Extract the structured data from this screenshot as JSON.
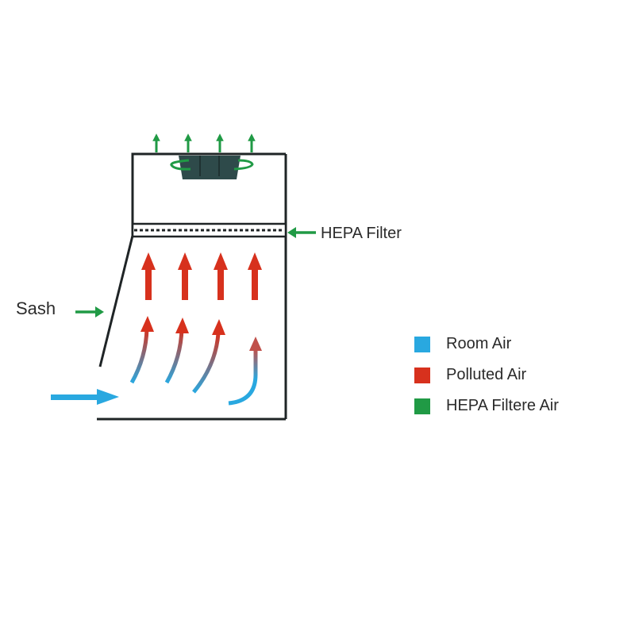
{
  "labels": {
    "hepa_filter": "HEPA Filter",
    "sash": "Sash"
  },
  "legend": {
    "items": [
      {
        "key": "room",
        "label": "Room Air",
        "color": "#29a8e0"
      },
      {
        "key": "polluted",
        "label": "Polluted Air",
        "color": "#d7311d"
      },
      {
        "key": "hepa",
        "label": "HEPA Filtere Air",
        "color": "#209a45"
      }
    ]
  },
  "colors": {
    "outline": "#1f2426",
    "fan": "#2e4a4a",
    "room_air": "#29a8e0",
    "polluted_air": "#d7311d",
    "hepa_air": "#209a45"
  }
}
